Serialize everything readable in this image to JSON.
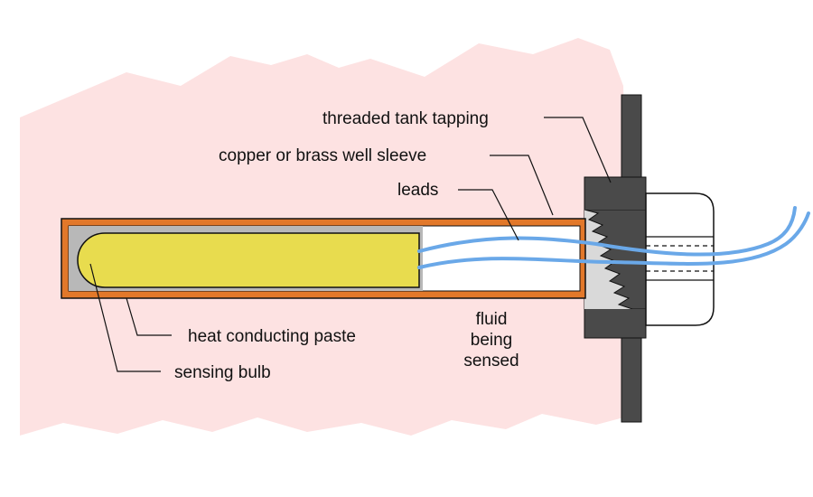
{
  "labels": {
    "threaded_tank_tapping": "threaded tank tapping",
    "well_sleeve": "copper or brass well sleeve",
    "leads": "leads",
    "heat_paste": "heat conducting paste",
    "sensing_bulb": "sensing bulb",
    "fluid_line1": "fluid",
    "fluid_line2": "being",
    "fluid_line3": "sensed"
  },
  "colors": {
    "fluid": "#fde2e2",
    "tank_wall": "#4a4a4a",
    "copper_sleeve": "#e2782a",
    "paste": "#b8b8b8",
    "bulb": "#e8dc4e",
    "leads": "#6aa8e8",
    "nut": "#ffffff",
    "outline": "#111111"
  }
}
